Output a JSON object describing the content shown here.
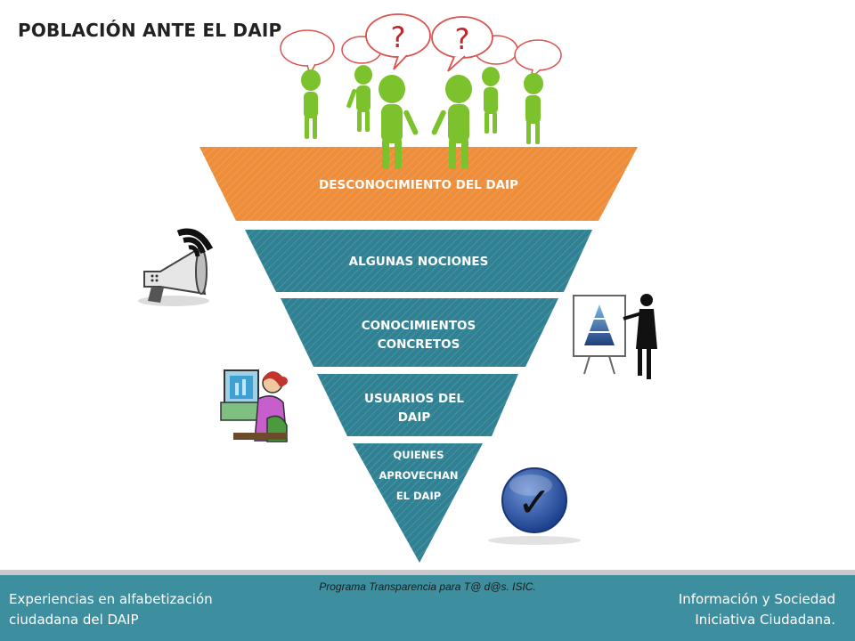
{
  "title": "POBLACIÓN ANTE EL DAIP",
  "funnel": {
    "levels": [
      {
        "lines": [
          "DESCONOCIMIENTO DEL  DAIP"
        ],
        "color": "#ee8d3a"
      },
      {
        "lines": [
          "ALGUNAS  NOCIONES"
        ],
        "color": "#2f8193"
      },
      {
        "lines": [
          "CONOCIMIENTOS",
          "CONCRETOS"
        ],
        "color": "#2f8193"
      },
      {
        "lines": [
          "USUARIOS  DEL",
          "DAIP"
        ],
        "color": "#2f8193"
      },
      {
        "lines": [
          "QUIENES",
          "APROVECHAN",
          "EL  DAIP"
        ],
        "color": "#2f8193"
      }
    ]
  },
  "bubbles": {
    "question_mark": "?"
  },
  "checkmark": "✓",
  "footer": {
    "left_lines": [
      "Experiencias en alfabetización",
      "ciudadana del DAIP"
    ],
    "center": "Programa Transparencia para T@ d@s.  ISIC.",
    "right_lines": [
      "Información y Sociedad",
      "Iniciativa Ciudadana."
    ]
  },
  "colors": {
    "accent_orange": "#ee8d3a",
    "accent_teal": "#2f8193",
    "footer": "#3d8fa0",
    "figures_green": "#7cc22c"
  }
}
